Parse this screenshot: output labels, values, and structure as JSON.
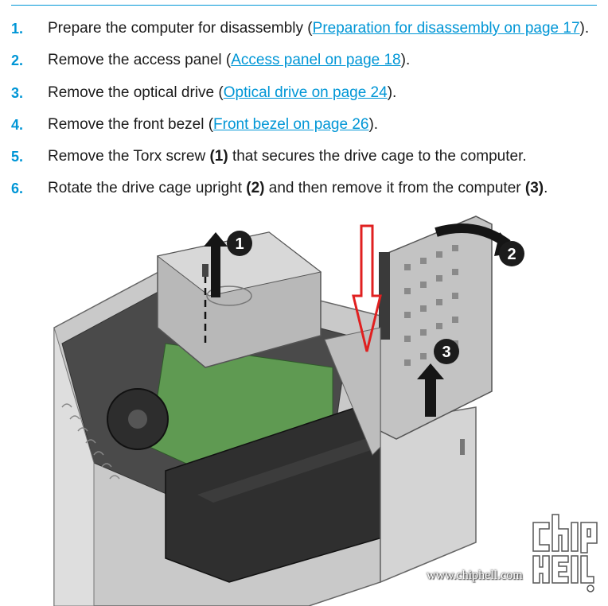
{
  "steps": [
    {
      "number": "1.",
      "before": "Prepare the computer for disassembly (",
      "link": "Preparation for disassembly on page 17",
      "after": ")."
    },
    {
      "number": "2.",
      "before": "Remove the access panel (",
      "link": "Access panel on page 18",
      "after": ")."
    },
    {
      "number": "3.",
      "before": "Remove the optical drive (",
      "link": "Optical drive on page 24",
      "after": ")."
    },
    {
      "number": "4.",
      "before": "Remove the front bezel (",
      "link": "Front bezel on page 26",
      "after": ")."
    },
    {
      "number": "5.",
      "before": "Remove the Torx screw ",
      "bold1": "(1)",
      "after": " that secures the drive cage to the computer."
    },
    {
      "number": "6.",
      "before": "Rotate the drive cage upright ",
      "bold1": "(2)",
      "middle": " and then remove it from the computer ",
      "bold2": "(3)",
      "after": "."
    }
  ],
  "callouts": [
    "1",
    "2",
    "3"
  ],
  "watermark": {
    "logo_text": "chip hell",
    "url": "www.chiphell.com"
  },
  "colors": {
    "accent": "#0096d6",
    "marker_red": "#e02020",
    "callout_fill": "#1c1c1c"
  }
}
